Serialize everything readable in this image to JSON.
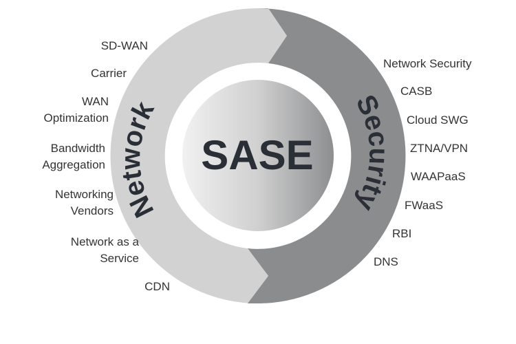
{
  "center_label": "SASE",
  "left_arc_label": "Network",
  "right_arc_label": "Security",
  "network_items": [
    [
      "SD-WAN"
    ],
    [
      "Carrier"
    ],
    [
      "WAN",
      "Optimization"
    ],
    [
      "Bandwidth",
      "Aggregation"
    ],
    [
      "Networking",
      "Vendors"
    ],
    [
      "Network as a",
      "Service"
    ],
    [
      "CDN"
    ]
  ],
  "security_items": [
    "Network Security",
    "CASB",
    "Cloud SWG",
    "ZTNA/VPN",
    "WAAPaaS",
    "FWaaS",
    "RBI",
    "DNS"
  ],
  "colors": {
    "left_ring": "#d2d2d2",
    "right_ring": "#8a8c8e",
    "center_light": "#f1f1f1",
    "center_dark": "#8d8e90",
    "text": "#333333",
    "title": "#2a2f37"
  }
}
